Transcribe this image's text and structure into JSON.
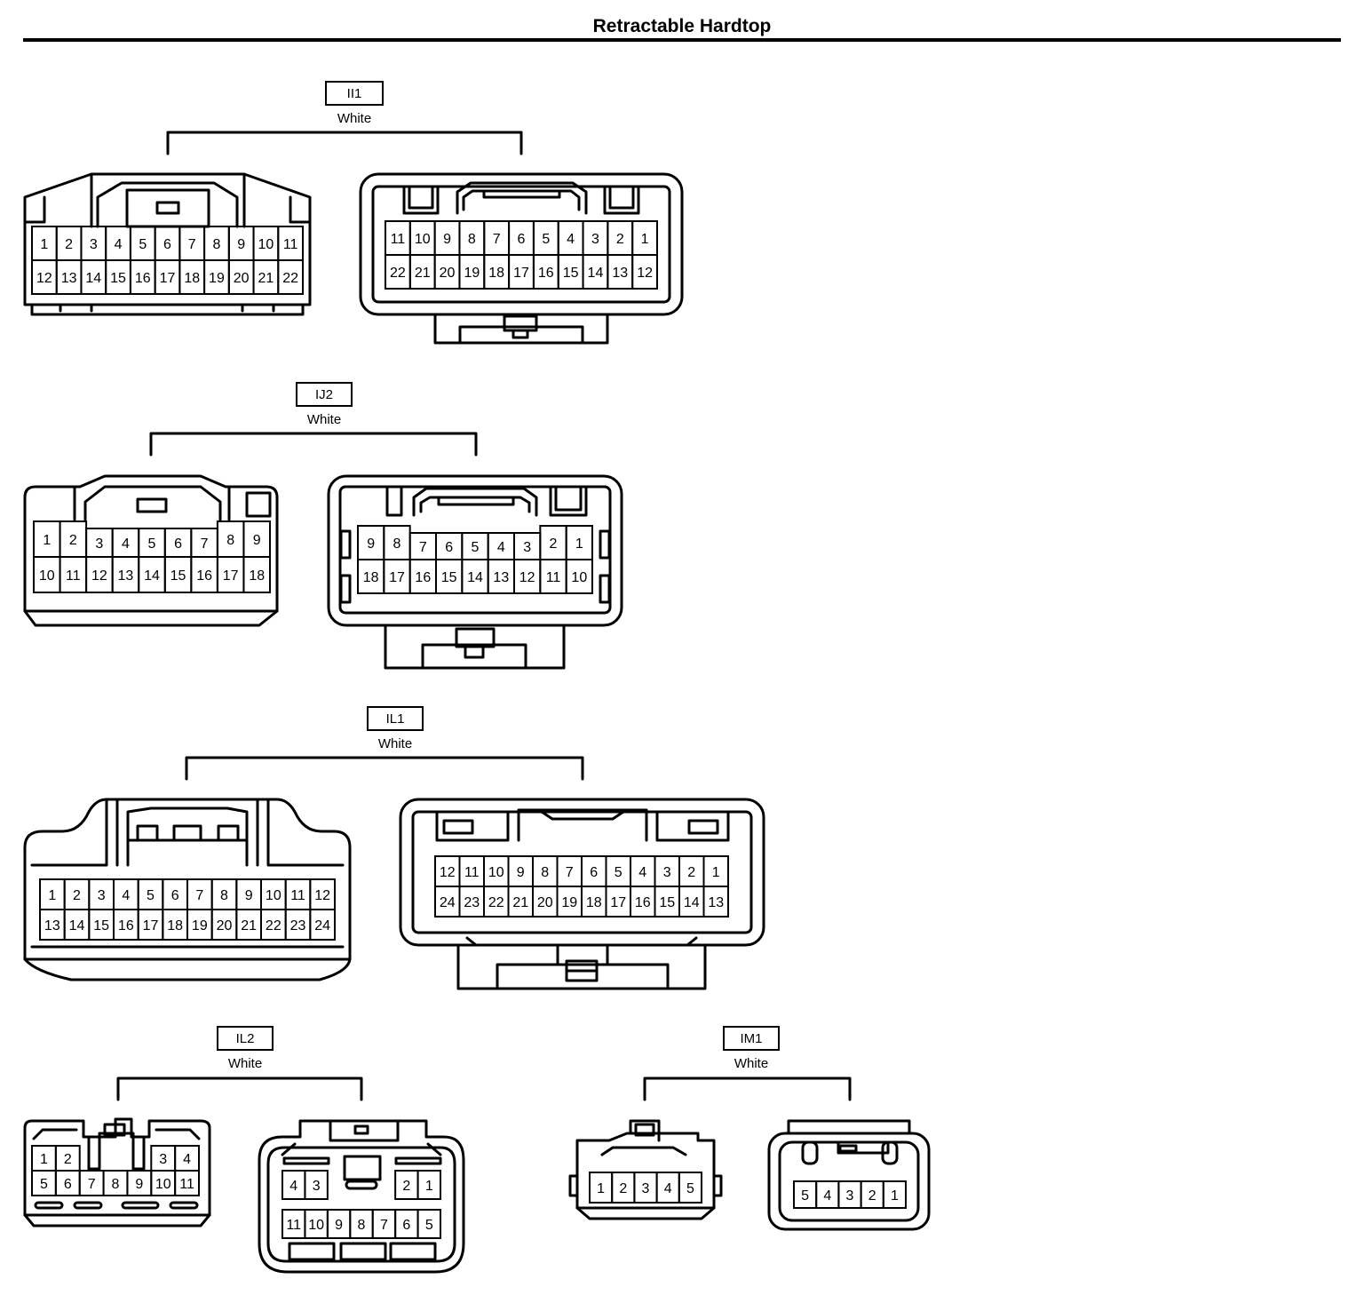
{
  "title": "Retractable Hardtop",
  "connectors": [
    {
      "id": "II1",
      "color": "White",
      "female": {
        "rows": [
          [
            "1",
            "2",
            "3",
            "4",
            "5",
            "6",
            "7",
            "8",
            "9",
            "10",
            "11"
          ],
          [
            "12",
            "13",
            "14",
            "15",
            "16",
            "17",
            "18",
            "19",
            "20",
            "21",
            "22"
          ]
        ]
      },
      "male": {
        "rows": [
          [
            "11",
            "10",
            "9",
            "8",
            "7",
            "6",
            "5",
            "4",
            "3",
            "2",
            "1"
          ],
          [
            "22",
            "21",
            "20",
            "19",
            "18",
            "17",
            "16",
            "15",
            "14",
            "13",
            "12"
          ]
        ]
      }
    },
    {
      "id": "IJ2",
      "color": "White",
      "female": {
        "rows": [
          [
            "1",
            "2",
            "3",
            "4",
            "5",
            "6",
            "7",
            "8",
            "9"
          ],
          [
            "10",
            "11",
            "12",
            "13",
            "14",
            "15",
            "16",
            "17",
            "18"
          ]
        ]
      },
      "male": {
        "rows": [
          [
            "9",
            "8",
            "7",
            "6",
            "5",
            "4",
            "3",
            "2",
            "1"
          ],
          [
            "18",
            "17",
            "16",
            "15",
            "14",
            "13",
            "12",
            "11",
            "10"
          ]
        ]
      }
    },
    {
      "id": "IL1",
      "color": "White",
      "female": {
        "rows": [
          [
            "1",
            "2",
            "3",
            "4",
            "5",
            "6",
            "7",
            "8",
            "9",
            "10",
            "11",
            "12"
          ],
          [
            "13",
            "14",
            "15",
            "16",
            "17",
            "18",
            "19",
            "20",
            "21",
            "22",
            "23",
            "24"
          ]
        ]
      },
      "male": {
        "rows": [
          [
            "12",
            "11",
            "10",
            "9",
            "8",
            "7",
            "6",
            "5",
            "4",
            "3",
            "2",
            "1"
          ],
          [
            "24",
            "23",
            "22",
            "21",
            "20",
            "19",
            "18",
            "17",
            "16",
            "15",
            "14",
            "13"
          ]
        ]
      }
    },
    {
      "id": "IL2",
      "color": "White",
      "female": {
        "rows": [
          [
            "1",
            "2",
            "",
            "",
            "",
            "3",
            "4"
          ],
          [
            "5",
            "6",
            "7",
            "8",
            "9",
            "10",
            "11"
          ]
        ]
      },
      "male": {
        "rows": [
          [
            "4",
            "3",
            "",
            "",
            "",
            "2",
            "1"
          ],
          [
            "11",
            "10",
            "9",
            "8",
            "7",
            "6",
            "5"
          ]
        ]
      }
    },
    {
      "id": "IM1",
      "color": "White",
      "female": {
        "rows": [
          [
            "1",
            "2",
            "3",
            "4",
            "5"
          ]
        ]
      },
      "male": {
        "rows": [
          [
            "5",
            "4",
            "3",
            "2",
            "1"
          ]
        ]
      }
    }
  ]
}
